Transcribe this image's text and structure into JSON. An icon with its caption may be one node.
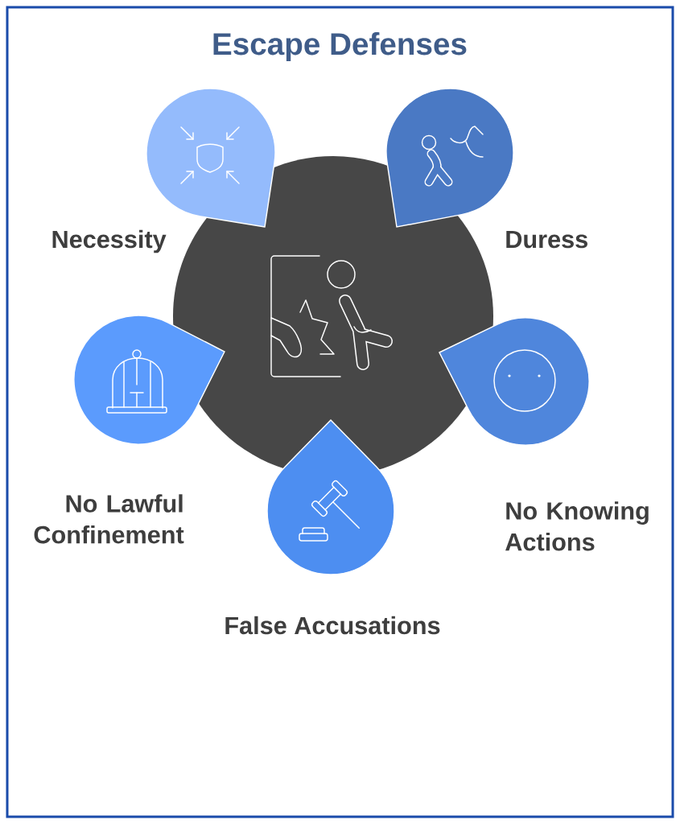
{
  "diagram": {
    "title": "Escape Defenses",
    "nodes": [
      {
        "text": [
          "Necessity"
        ]
      },
      {
        "text": [
          "Duress"
        ]
      },
      {
        "text": [],
        "shape": "circle"
      },
      {
        "text": [
          "No Lawful Confinement"
        ]
      },
      {
        "text": [
          "No Knowing Actions"
        ]
      },
      {
        "text": [
          "False Accusations"
        ]
      }
    ]
  }
}
